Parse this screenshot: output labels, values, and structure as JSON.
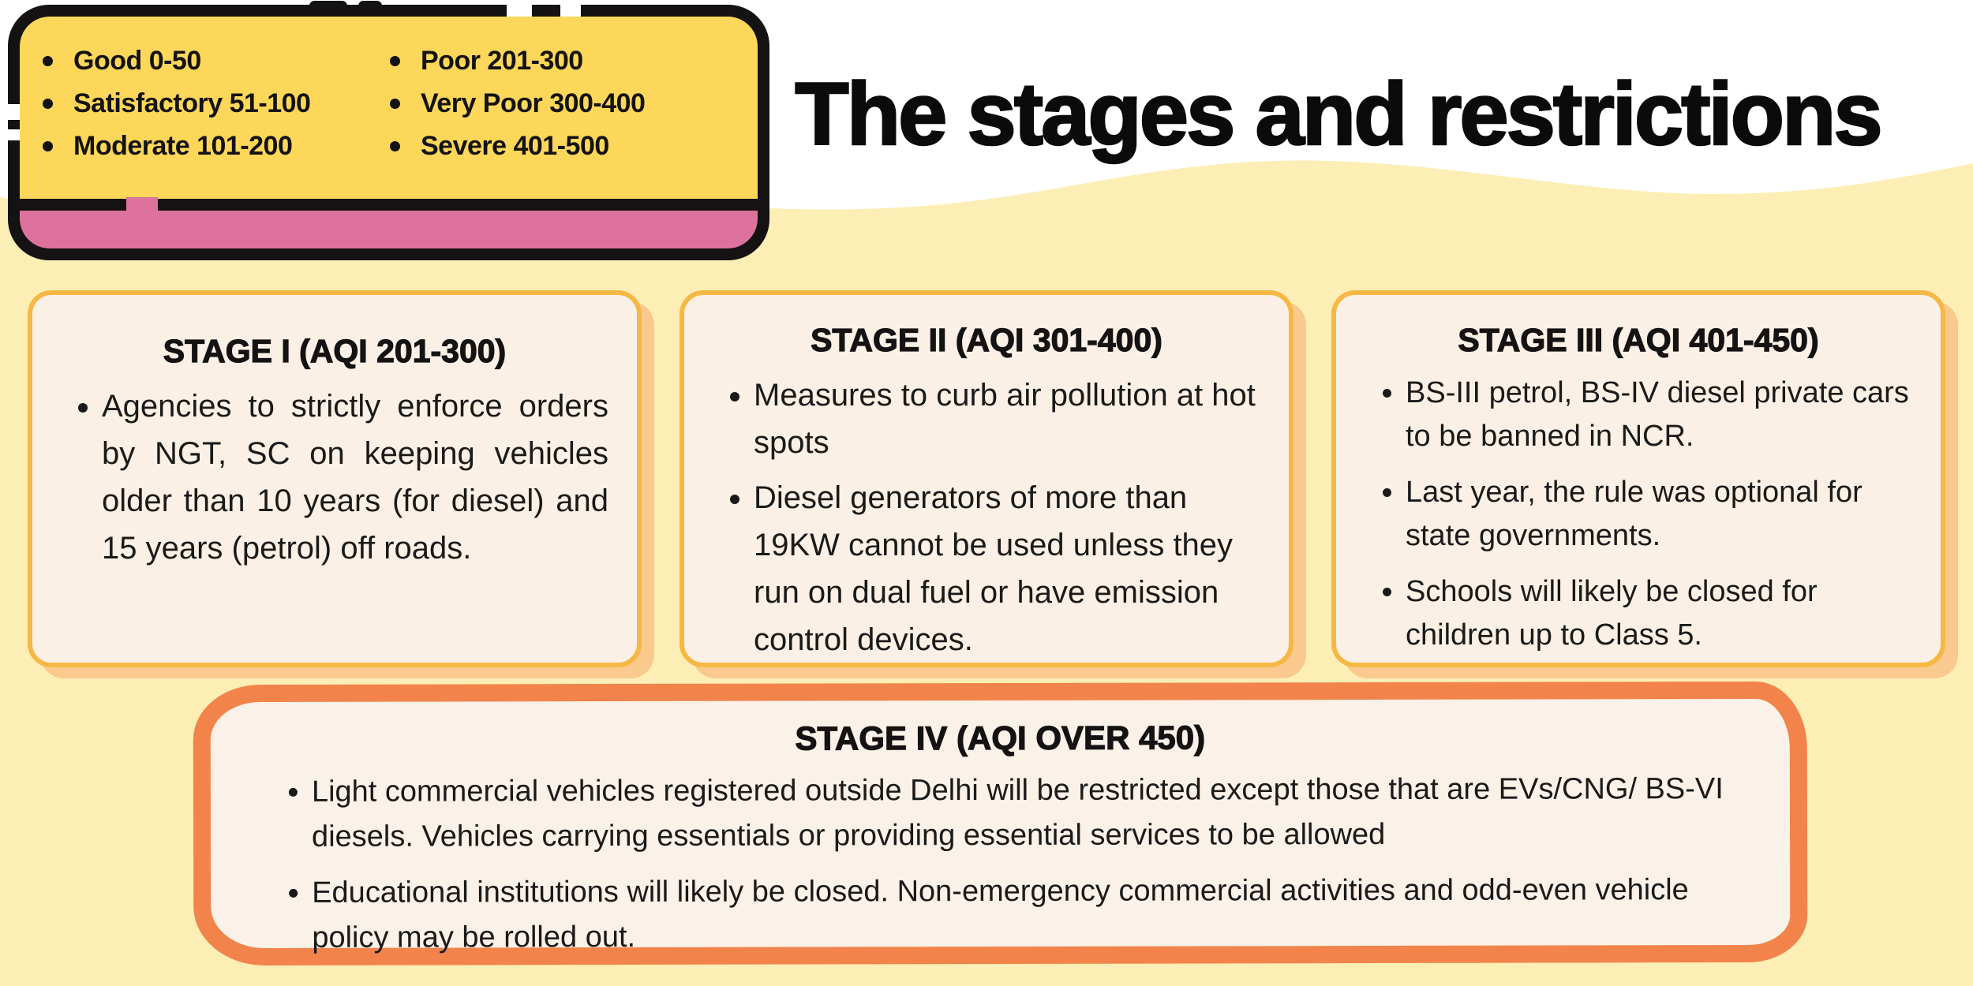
{
  "page": {
    "title": "The stages and restrictions"
  },
  "legend": {
    "items": [
      "Good 0-50",
      "Satisfactory 51-100",
      "Moderate 101-200",
      "Poor 201-300",
      "Very Poor 300-400",
      "Severe 401-500"
    ]
  },
  "stages": [
    {
      "title": "STAGE I (AQI 201-300)",
      "bullets": [
        "Agencies to strictly enforce orders by NGT, SC on keeping vehicles older than 10 years (for diesel) and 15 years (petrol) off roads."
      ]
    },
    {
      "title": "STAGE II (AQI 301-400)",
      "bullets": [
        "Measures to curb air pollution at hot spots",
        "Diesel generators of more than 19KW cannot be used unless they run on dual fuel or have emission control devices."
      ]
    },
    {
      "title": "STAGE III (AQI 401-450)",
      "bullets": [
        "BS-III petrol, BS-IV diesel private cars to be banned in NCR.",
        "Last year, the rule was optional for state governments.",
        "Schools will likely be closed for children up to Class 5."
      ]
    },
    {
      "title": "STAGE IV (AQI OVER 450)",
      "bullets": [
        "Light commercial vehicles registered outside Delhi will be restricted except those that are EVs/CNG/ BS-VI diesels. Vehicles carrying essentials or providing essential services to be allowed",
        "Educational institutions will likely be closed. Non-emergency commercial activities and odd-even vehicle policy may be rolled out."
      ]
    }
  ],
  "colors": {
    "page_background": "#FDEEB5",
    "top_band": "#FFFFFF",
    "legend_fill": "#FCD75A",
    "legend_accent_bar": "#DD739C",
    "outline_black": "#141212",
    "card_fill": "#FAF0E5",
    "card_border": "#F6B845",
    "card_shadow": "#F9C98E",
    "stage4_border": "#F2844B",
    "body_text": "#1a1a1a"
  }
}
